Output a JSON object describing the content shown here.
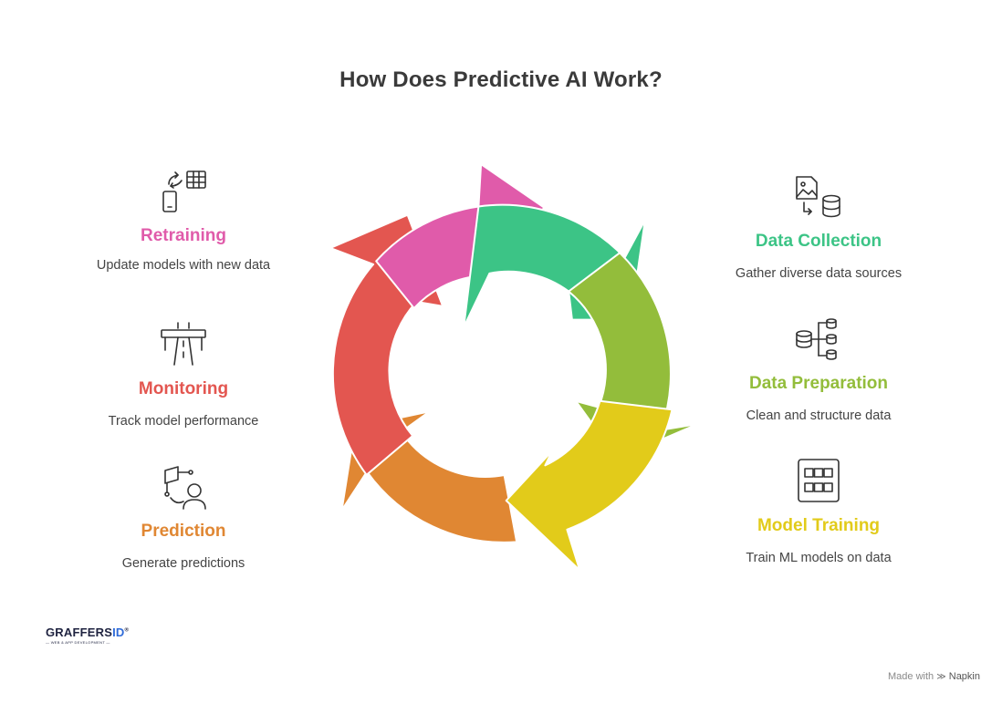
{
  "title": "How Does Predictive AI Work?",
  "steps": {
    "retraining": {
      "label": "Retraining",
      "description": "Update models with new data",
      "color": "#E05BAA",
      "icon": "device-sync-table-icon"
    },
    "monitoring": {
      "label": "Monitoring",
      "description": "Track model performance",
      "color": "#E35650",
      "icon": "road-monitor-icon"
    },
    "prediction": {
      "label": "Prediction",
      "description": "Generate predictions",
      "color": "#E08733",
      "icon": "person-signal-icon"
    },
    "data_collection": {
      "label": "Data Collection",
      "description": "Gather diverse data sources",
      "color": "#3CC486",
      "icon": "image-to-database-icon"
    },
    "data_preparation": {
      "label": "Data Preparation",
      "description": "Clean and structure data",
      "color": "#93BD3B",
      "icon": "database-tree-icon"
    },
    "model_training": {
      "label": "Model Training",
      "description": "Train ML models on data",
      "color": "#E2CB1A",
      "icon": "grid-panel-icon"
    }
  },
  "logo": {
    "name": "GRAFFERS",
    "name_suffix": "ID",
    "mark": "®",
    "tagline": "— WEB & APP DEVELOPMENT —"
  },
  "credit": {
    "prefix": "Made with",
    "brand": "Napkin"
  }
}
